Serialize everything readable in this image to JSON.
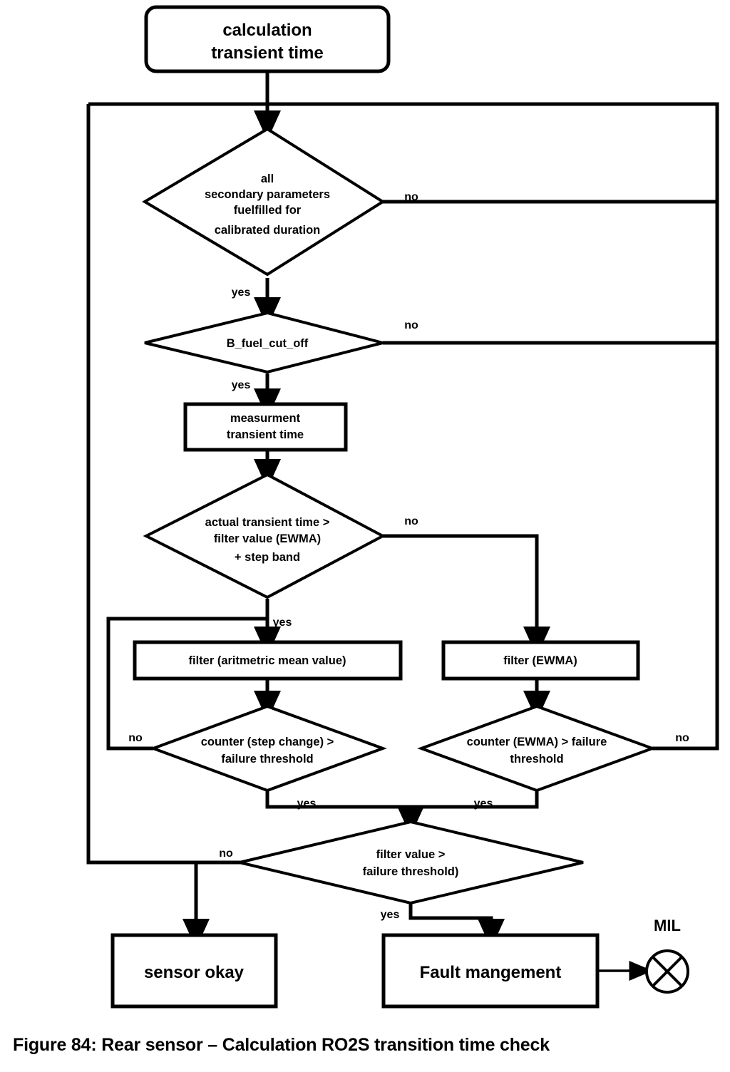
{
  "figure": {
    "caption": "Figure 84: Rear sensor – Calculation RO2S transition time check"
  },
  "nodes": {
    "start": {
      "type": "terminator",
      "line1": "calculation",
      "line2": "transient time"
    },
    "decision_secondary_params": {
      "type": "decision",
      "line1": "all",
      "line2": "secondary parameters",
      "line3": "fuelfilled for",
      "line4": "calibrated duration"
    },
    "decision_fuel_cut_off": {
      "type": "decision",
      "line1": "B_fuel_cut_off"
    },
    "process_measurement": {
      "type": "process",
      "line1": "measurment",
      "line2": "transient time"
    },
    "decision_transient_vs_filter": {
      "type": "decision",
      "line1": "actual transient time >",
      "line2": "filter value (EWMA)",
      "line3": "+ step band"
    },
    "process_filter_arithmetic": {
      "type": "process",
      "line1": "filter (aritmetric mean value)"
    },
    "process_filter_ewma": {
      "type": "process",
      "line1": "filter (EWMA)"
    },
    "decision_counter_step_change": {
      "type": "decision",
      "line1": "counter (step change) >",
      "line2": "failure threshold"
    },
    "decision_counter_ewma": {
      "type": "decision",
      "line1": "counter (EWMA) > failure",
      "line2": "threshold"
    },
    "decision_filter_value": {
      "type": "decision",
      "line1": "filter value >",
      "line2": "failure threshold)"
    },
    "terminal_sensor_okay": {
      "type": "process",
      "line1": "sensor okay"
    },
    "terminal_fault_management": {
      "type": "process",
      "line1": "Fault mangement"
    },
    "mil_indicator": {
      "type": "indicator",
      "label": "MIL",
      "glyph": "lamp-x-icon"
    }
  },
  "edge_labels": {
    "secondary_params_no": "no",
    "secondary_params_yes": "yes",
    "fuel_cut_off_no": "no",
    "fuel_cut_off_yes": "yes",
    "transient_vs_filter_no": "no",
    "transient_vs_filter_yes": "yes",
    "counter_step_change_no": "no",
    "counter_step_change_yes": "yes",
    "counter_ewma_no": "no",
    "counter_ewma_yes": "yes",
    "filter_value_no": "no",
    "filter_value_yes": "yes"
  },
  "colors": {
    "stroke": "#000000",
    "fill": "#ffffff",
    "text": "#000000"
  }
}
